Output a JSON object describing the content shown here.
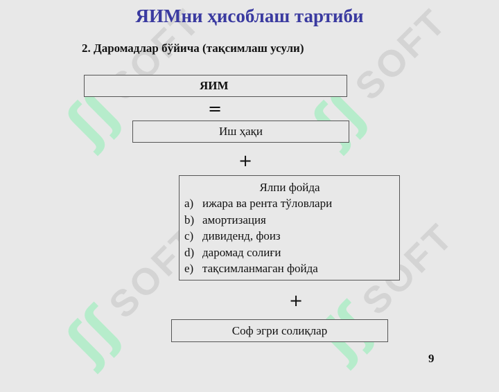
{
  "slide": {
    "title": "ЯИМни ҳисоблаш тартиби",
    "subtitle": "2. Даромадлар бўйича (тақсимлаш усули)",
    "page_number": "9"
  },
  "watermark": {
    "text": "SOFT",
    "symbol": "ʃʃ"
  },
  "diagram": {
    "gdp_label": "ЯИМ",
    "op_equals": "=",
    "wages_label": "Иш ҳақи",
    "op_plus_1": "+",
    "gross_profit": {
      "heading": "Ялпи фойда",
      "items": [
        {
          "marker": "a)",
          "text": "ижара ва рента тўловлари"
        },
        {
          "marker": "b)",
          "text": "амортизация"
        },
        {
          "marker": "c)",
          "text": "дивиденд, фоиз"
        },
        {
          "marker": "d)",
          "text": "даромад солиғи"
        },
        {
          "marker": "e)",
          "text": "тақсимланмаган фойда"
        }
      ]
    },
    "op_plus_2": "+",
    "net_indirect_taxes_label": "Соф эгри солиқлар"
  }
}
